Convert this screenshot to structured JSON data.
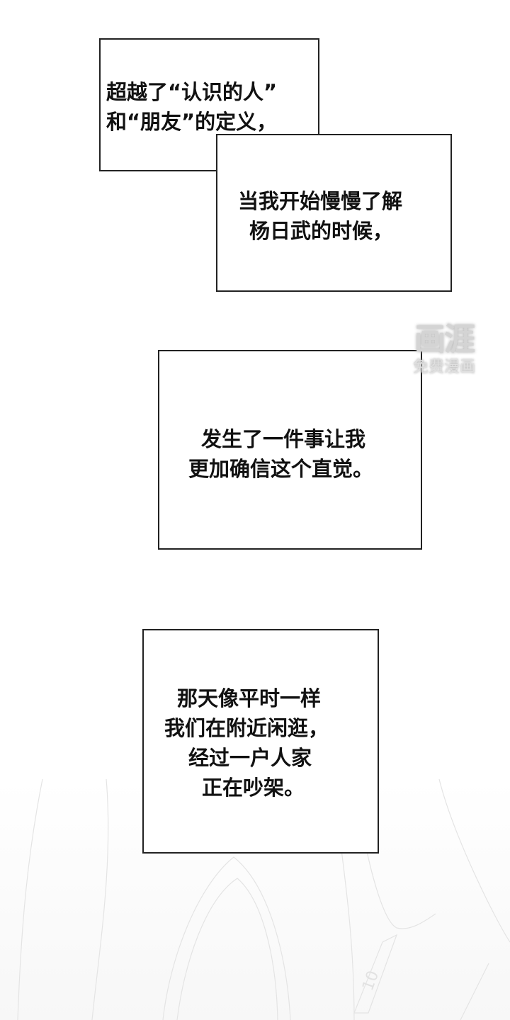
{
  "panels": [
    {
      "id": "caption-1",
      "lines": [
        "超越了“认识的人”",
        "和“朋友”的定义，"
      ]
    },
    {
      "id": "caption-2",
      "lines": [
        "当我开始慢慢了解",
        "杨日武的时候，"
      ]
    },
    {
      "id": "caption-3",
      "lines": [
        "发生了一件事让我",
        "更加确信这个直觉。"
      ]
    },
    {
      "id": "caption-4",
      "lines": [
        "那天像平时一样",
        "我们在附近闲逛，",
        "经过一户人家",
        "正在吵架。"
      ]
    }
  ],
  "watermark": {
    "logo": "画涯",
    "subtitle": "免费漫画"
  },
  "background_detail": {
    "jersey_number": "10"
  },
  "colors": {
    "border": "#222222",
    "text": "#111111",
    "watermark": "#cccccc"
  }
}
